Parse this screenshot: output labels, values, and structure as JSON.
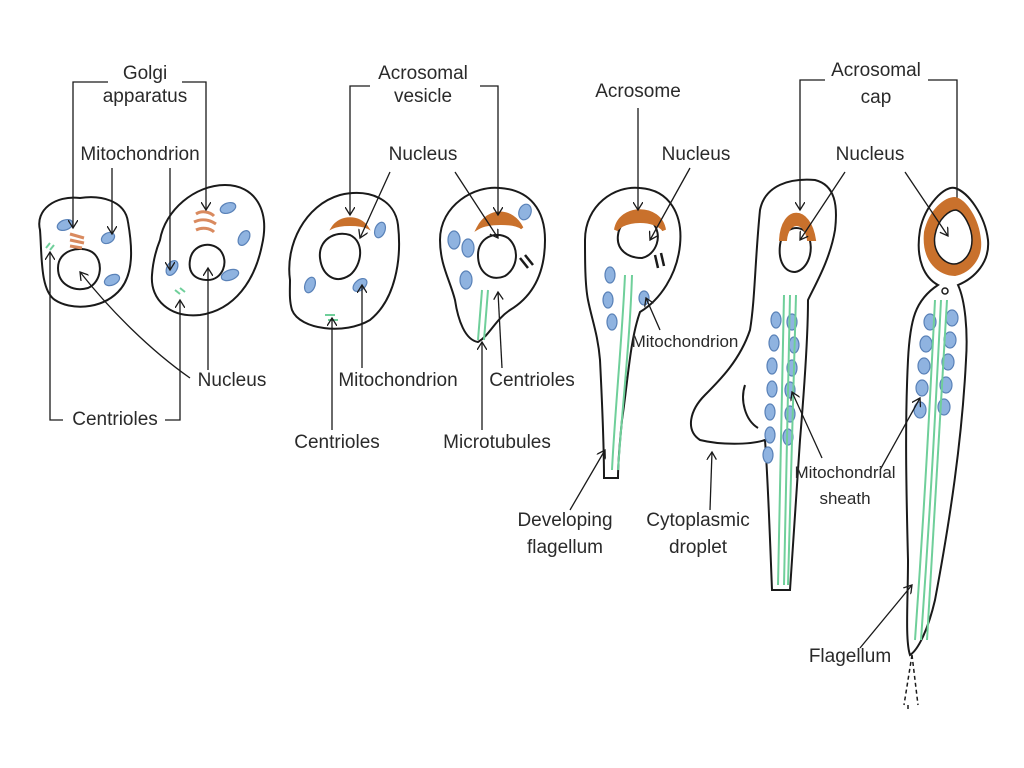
{
  "diagram": {
    "labels": {
      "golgi_line1": "Golgi",
      "golgi_line2": "apparatus",
      "mitochondrion_1": "Mitochondrion",
      "nucleus_1": "Nucleus",
      "centrioles_1": "Centrioles",
      "acrosomal_vesicle_line1": "Acrosomal",
      "acrosomal_vesicle_line2": "vesicle",
      "nucleus_2": "Nucleus",
      "mitochondrion_2": "Mitochondrion",
      "centrioles_2": "Centrioles",
      "centrioles_3": "Centrioles",
      "microtubules": "Microtubules",
      "acrosome": "Acrosome",
      "nucleus_3": "Nucleus",
      "mitochondrion_3": "Mitochondrion",
      "developing_flagellum_line1": "Developing",
      "developing_flagellum_line2": "flagellum",
      "cytoplasmic_droplet_line1": "Cytoplasmic",
      "cytoplasmic_droplet_line2": "droplet",
      "acrosomal_cap_line1": "Acrosomal",
      "acrosomal_cap_line2": "cap",
      "nucleus_4": "Nucleus",
      "mitochondrial_sheath_line1": "Mitochondrial",
      "mitochondrial_sheath_line2": "sheath",
      "flagellum": "Flagellum"
    },
    "colors": {
      "outline": "#1a1a1a",
      "mitochondria": "#8fb3e0",
      "mitochondria_stroke": "#5a82b8",
      "golgi": "#d98a5f",
      "acrosome": "#c9712c",
      "microtubule": "#6fcf9a",
      "text": "#2a2a2a"
    }
  }
}
